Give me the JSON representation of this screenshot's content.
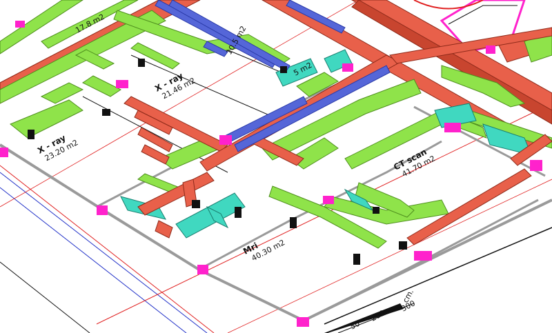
{
  "colors": {
    "supply_duct": "#8fe34a",
    "supply_duct_edge": "#4f8f1e",
    "exhaust_duct": "#e8604a",
    "exhaust_duct_edge": "#8e2a1a",
    "return_duct": "#40d8c0",
    "return_duct_edge": "#1a7f70",
    "blue_pipe": "#5566d8",
    "magenta_marker": "#ff22cc",
    "wall": "#9a9a9a",
    "red_line": "#e02020",
    "blue_line": "#2030c8"
  },
  "rooms": [
    {
      "id": "xray-1",
      "name": "X - ray",
      "area": "21.46 m2"
    },
    {
      "id": "xray-2",
      "name": "X - ray",
      "area": "23.20 m2"
    },
    {
      "id": "ct-scan",
      "name": "CT scan",
      "area": "41.70 m2"
    },
    {
      "id": "mri",
      "name": "Mri",
      "area": "40.30 m2"
    },
    {
      "id": "top-left",
      "name": "",
      "area": "17.8 m2"
    },
    {
      "id": "top-mid",
      "name": "",
      "area": "10.5 m2"
    },
    {
      "id": "top-mid2",
      "name": "",
      "area": "5 m2"
    }
  ],
  "scale_bar": {
    "labels": [
      "50",
      "200",
      "300"
    ],
    "unit": "cm."
  }
}
